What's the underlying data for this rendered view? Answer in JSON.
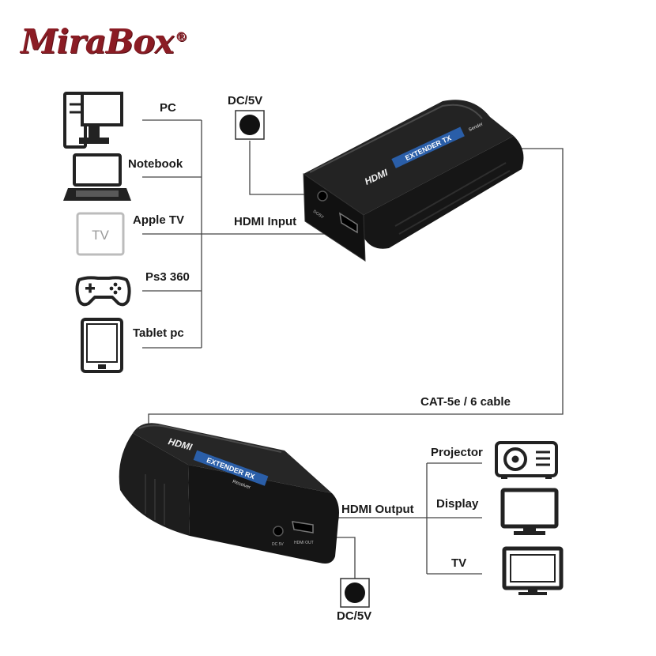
{
  "brand": {
    "name": "MiraBox",
    "mark": "®"
  },
  "sources": [
    {
      "label": "PC",
      "icon": "desktop-pc-icon"
    },
    {
      "label": "Notebook",
      "icon": "laptop-icon"
    },
    {
      "label": "Apple TV",
      "icon": "apple-tv-icon",
      "icon_text": "TV"
    },
    {
      "label": "Ps3 360",
      "icon": "gamepad-icon"
    },
    {
      "label": "Tablet pc",
      "icon": "tablet-icon"
    }
  ],
  "transmitter": {
    "power_label": "DC/5V",
    "input_label": "HDMI Input",
    "body_text": "HDMI",
    "band_text": "EXTENDER TX",
    "sub_text": "Sender",
    "port_label": "DC/5V"
  },
  "cable_label": "CAT-5e / 6 cable",
  "receiver": {
    "output_label": "HDMI Output",
    "power_label": "DC/5V",
    "body_text": "HDMI",
    "band_text": "EXTENDER RX",
    "sub_text": "Receiver",
    "port_dc": "DC 5V",
    "port_hdmi": "HDMI OUT"
  },
  "outputs": [
    {
      "label": "Projector",
      "icon": "projector-icon"
    },
    {
      "label": "Display",
      "icon": "monitor-icon"
    },
    {
      "label": "TV",
      "icon": "tv-icon"
    }
  ],
  "colors": {
    "brand": "#8b1c24",
    "device": "#1c1c1c",
    "band": "#2a5ea8",
    "line": "#444444"
  }
}
